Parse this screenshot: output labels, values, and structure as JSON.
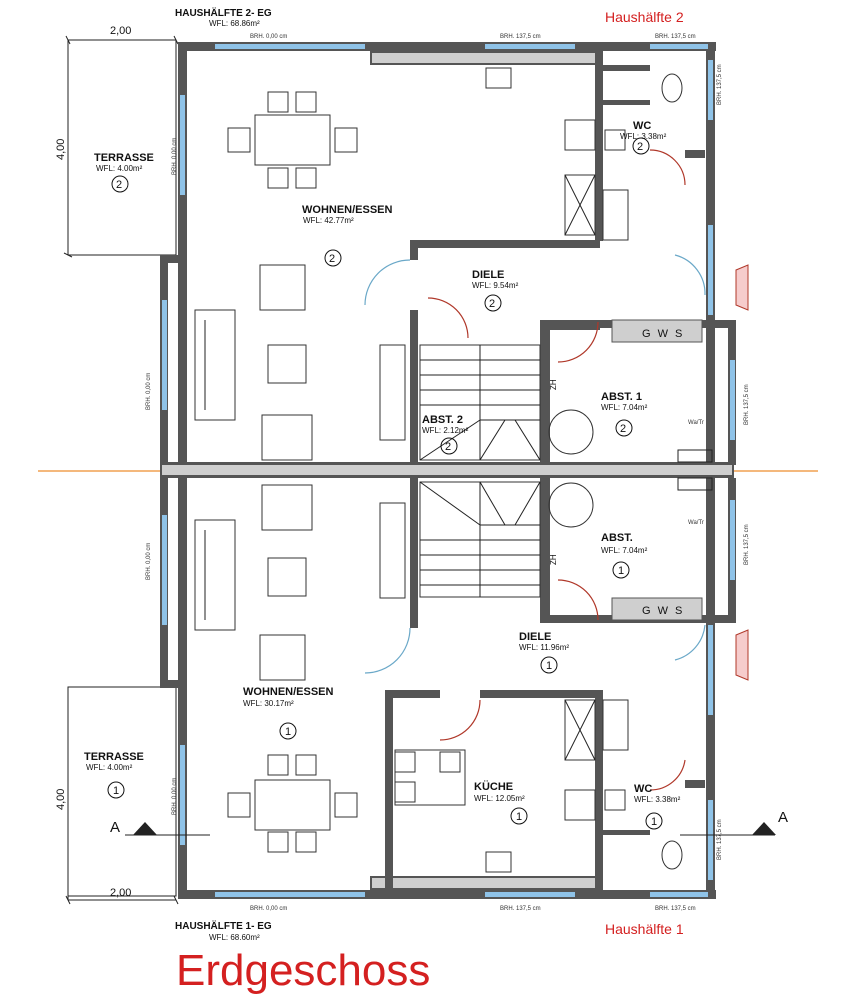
{
  "title": "Erdgeschoss",
  "houses": {
    "top": {
      "name": "HAUSHÄLFTE 2- EG",
      "area": "WFL: 68.86m²",
      "tag": "Haushälfte 2"
    },
    "bottom": {
      "name": "HAUSHÄLFTE 1- EG",
      "area": "WFL: 68.60m²",
      "tag": "Haushälfte 1"
    }
  },
  "rooms": {
    "terrasse2": {
      "name": "TERRASSE",
      "area": "WFL: 4.00m²",
      "num": "2"
    },
    "wohnen2": {
      "name": "WOHNEN/ESSEN",
      "area": "WFL: 42.77m²",
      "num": "2"
    },
    "wc2": {
      "name": "WC",
      "area": "WFL: 3.38m²",
      "num": "2"
    },
    "diele2": {
      "name": "DIELE",
      "area": "WFL: 9.54m²",
      "num": "2"
    },
    "abst1": {
      "name": "ABST. 1",
      "area": "WFL: 7.04m²",
      "num": "2"
    },
    "abst2": {
      "name": "ABST. 2",
      "area": "WFL: 2.12m²",
      "num": "2"
    },
    "abst": {
      "name": "ABST.",
      "area": "WFL: 7.04m²",
      "num": "1"
    },
    "diele1": {
      "name": "DIELE",
      "area": "WFL: 11.96m²",
      "num": "1"
    },
    "wohnen1": {
      "name": "WOHNEN/ESSEN",
      "area": "WFL: 30.17m²",
      "num": "1"
    },
    "kueche": {
      "name": "KÜCHE",
      "area": "WFL: 12.05m²",
      "num": "1"
    },
    "wc1": {
      "name": "WC",
      "area": "WFL: 3.38m²",
      "num": "1"
    },
    "terrasse1": {
      "name": "TERRASSE",
      "area": "WFL: 4.00m²",
      "num": "1"
    }
  },
  "labels": {
    "gws": "G W S",
    "watr": "Wa/Tr",
    "zh": "ZH",
    "brh_000": "BRH. 0,00 cm",
    "brh_1375": "BRH. 137,5 cm",
    "section_a": "A"
  },
  "dimensions": {
    "terrace_width": "2,00",
    "terrace_depth": "4,00"
  },
  "colors": {
    "title_red": "#d42020",
    "window_blue": "#8fc3e8",
    "axis_orange": "#f0a050"
  }
}
